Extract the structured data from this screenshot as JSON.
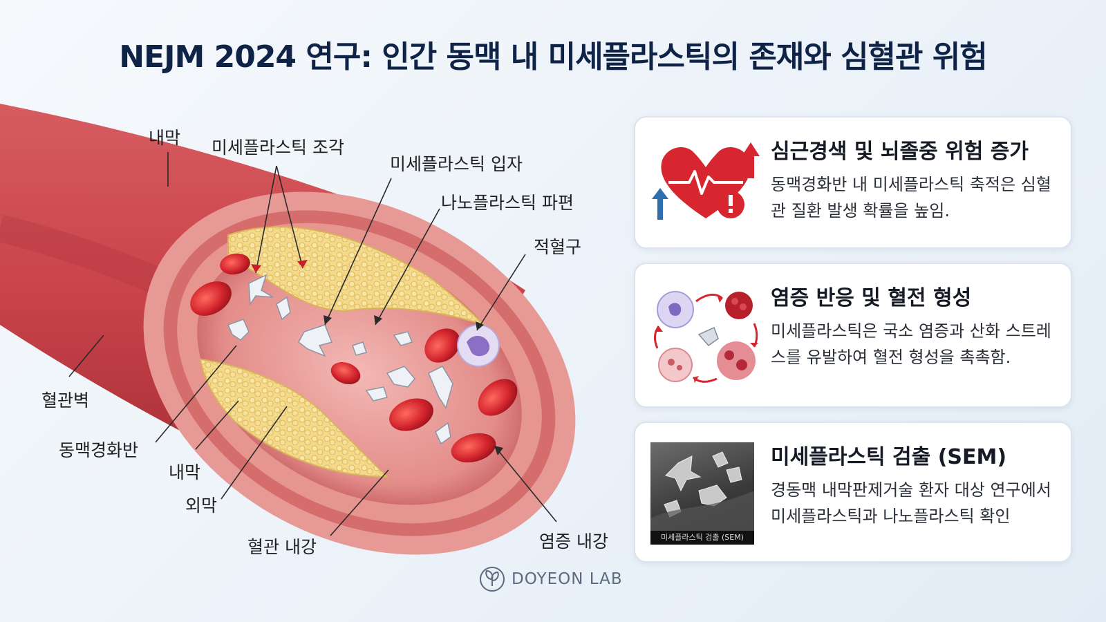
{
  "title": "NEJM 2024 연구: 인간 동맥 내 미세플라스틱의 존재와 심혈관 위험",
  "labels": {
    "intima_top": "내막",
    "mp_fragments": "미세플라스틱 조각",
    "mp_particles": "미세플라스틱 입자",
    "nano_fragments": "나노플라스틱 파편",
    "rbc": "적혈구",
    "vessel_wall": "혈관벽",
    "plaque": "동맥경화반",
    "intima_bottom": "내막",
    "adventitia": "외막",
    "lumen": "혈관 내강",
    "inflamed_lumen": "염증 내강"
  },
  "cards": [
    {
      "icon": "heart-warning-icon",
      "title": "심근경색 및 뇌졸중 위험 증가",
      "body": "동맥경화반 내 미세플라스틱 축적은 심혈관 질환 발생 확률을 높임."
    },
    {
      "icon": "inflammation-cycle-icon",
      "title": "염증 반응 및 혈전 형성",
      "body": "미세플라스틱은 국소 염증과 산화 스트레스를 유발하여 혈전 형성을 촉촉함."
    },
    {
      "icon": "sem-image",
      "title": "미세플라스틱 검출 (SEM)",
      "body": "경동맥 내막판제거술 환자 대상 연구에서 미세플라스틱과 나노플라스틱 확인",
      "image_caption": "미세플라스틱 검출 (SEM)"
    }
  ],
  "brand": "DOYEON LAB",
  "colors": {
    "title": "#0f2347",
    "vessel": "#c9434a",
    "plaque": "#f3d77a",
    "rbc": "#c8202b",
    "accent_red": "#d7262f",
    "accent_blue": "#2f6fb0"
  }
}
